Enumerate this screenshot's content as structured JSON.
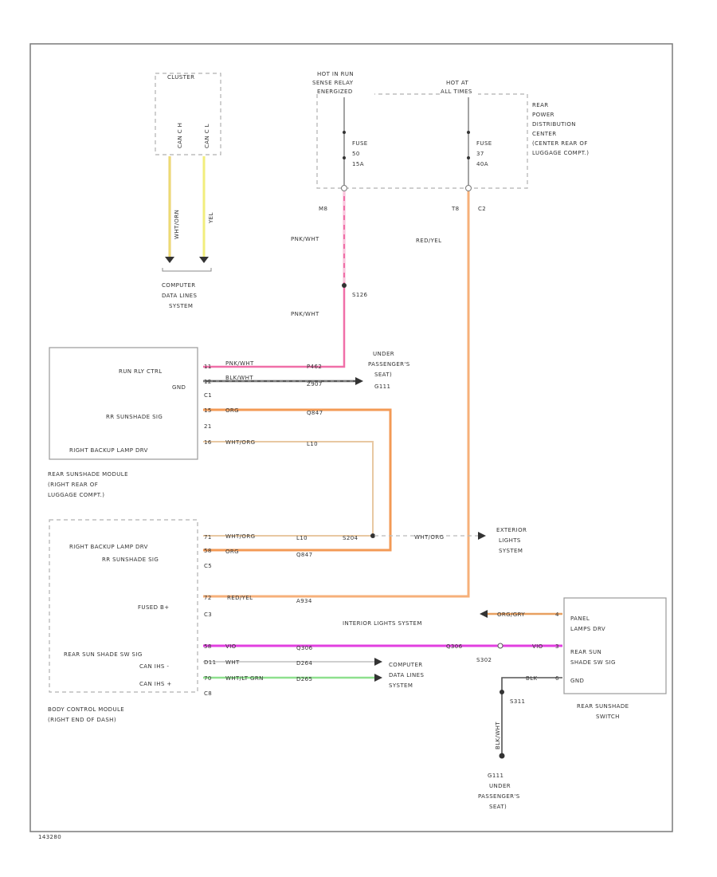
{
  "diagram_id": "143280",
  "colors": {
    "pink": "#f06fa8",
    "orange": "#f6b07a",
    "orange_dark": "#f39a55",
    "magenta": "#e23fe0",
    "green": "#8ee08e",
    "yellow": "#f2ee7c",
    "tan": "#e8c8a2",
    "black": "#444444",
    "white": "#cfcfcf"
  },
  "cluster": {
    "title": "CLUSTER",
    "pins": [
      "CAN C H",
      "CAN C L"
    ],
    "wires": [
      "WHT/ORN",
      "YEL"
    ],
    "dest": [
      "COMPUTER",
      "DATA LINES",
      "SYSTEM"
    ]
  },
  "rpdc": {
    "hot_run_1": "HOT IN RUN",
    "hot_run_2": "SENSE RELAY",
    "hot_run_3": "ENERGIZED",
    "hot_all_1": "HOT AT",
    "hot_all_2": "ALL TIMES",
    "name": [
      "REAR",
      "POWER",
      "DISTRIBUTION",
      "CENTER",
      "(CENTER REAR OF",
      "LUGGAGE COMPT.)"
    ],
    "fuse1": [
      "FUSE",
      "50",
      "15A"
    ],
    "fuse2": [
      "FUSE",
      "37",
      "40A"
    ],
    "pin1": "M8",
    "pin2": "T8",
    "conn2": "C2"
  },
  "wires": {
    "pnk_wht": "PNK/WHT",
    "red_yel": "RED/YEL",
    "splice": "S126",
    "blk_wht": "BLK/WHT",
    "org": "ORG",
    "wht_org": "WHT/ORG",
    "wht": "WHT",
    "wht_ltgrn": "WHT/LT GRN",
    "vio": "VIO",
    "org_grn": "ORG/GRY",
    "blk": "BLK"
  },
  "gnd_under": [
    "UNDER",
    "PASSENGER'S",
    "SEAT)",
    "G111"
  ],
  "rsm": {
    "pins": [
      "RUN RLY CTRL",
      "GND",
      "RR SUNSHADE SIG",
      "RIGHT BACKUP LAMP DRV"
    ],
    "pin_nums": [
      "11",
      "12",
      "C1",
      "15",
      "21",
      "16"
    ],
    "cav": [
      "P462",
      "Z907",
      "Q847",
      "L10"
    ],
    "name": [
      "REAR SUNSHADE MODULE",
      "(RIGHT REAR OF",
      "LUGGAGE COMPT.)"
    ]
  },
  "bcm": {
    "pins": [
      "RIGHT BACKUP LAMP DRV",
      "RR SUNSHADE SIG",
      "FUSED B+",
      "REAR SUN SHADE SW SIG",
      "CAN IHS -",
      "CAN IHS +"
    ],
    "pin_nums": [
      "71",
      "58",
      "C5",
      "72",
      "C3",
      "58",
      "D11",
      "70",
      "C8"
    ],
    "cav": [
      "L10",
      "Q847",
      "A934",
      "Q306",
      "D264",
      "D265"
    ],
    "name": [
      "BODY CONTROL MODULE",
      "(RIGHT END OF DASH)"
    ]
  },
  "splices": {
    "s204": "S204",
    "s302": "S302",
    "s311": "S311",
    "q306": "Q306"
  },
  "ext_lights": [
    "EXTERIOR",
    "LIGHTS",
    "SYSTEM"
  ],
  "int_lights": "INTERIOR LIGHTS SYSTEM",
  "can_dest": [
    "COMPUTER",
    "DATA LINES",
    "SYSTEM"
  ],
  "switch": {
    "pins": [
      "PANEL",
      "LAMPS DRV",
      "REAR SUN",
      "SHADE SW SIG",
      "GND"
    ],
    "pin_nums": [
      "4",
      "3",
      "6"
    ],
    "name": [
      "REAR SUNSHADE",
      "SWITCH"
    ]
  },
  "gnd_bottom": [
    "G111",
    "UNDER",
    "PASSENGER'S",
    "SEAT)"
  ]
}
